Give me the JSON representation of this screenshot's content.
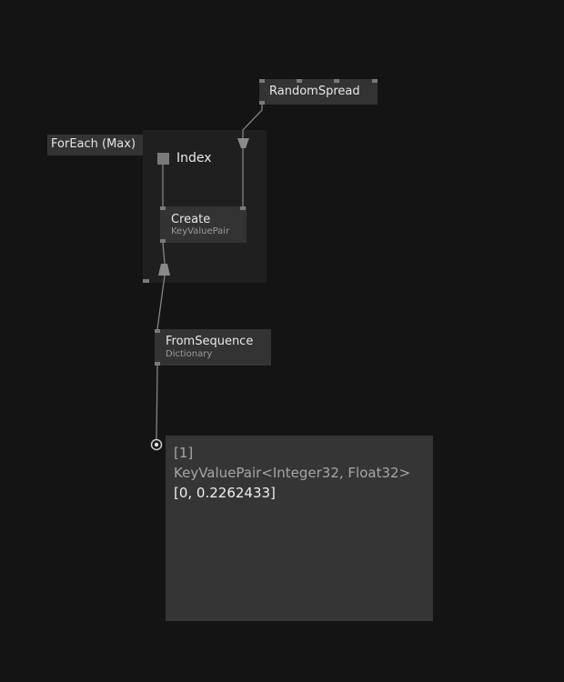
{
  "region": {
    "label": "ForEach (Max)",
    "pad": {
      "label": "Index"
    }
  },
  "nodes": {
    "random_spread": {
      "title": "RandomSpread"
    },
    "create": {
      "title": "Create",
      "subtitle": "KeyValuePair"
    },
    "from_sequence": {
      "title": "FromSequence",
      "subtitle": "Dictionary"
    }
  },
  "tooltip": {
    "index": "[1]",
    "type": "KeyValuePair<Integer32, Float32>",
    "value": "[0, 0.2262433]"
  },
  "colors": {
    "background": "#141414",
    "region": "#1f1f1f",
    "node": "#333333",
    "pin": "#7a7a7a",
    "wire": "#8c8c8c",
    "text": "#e8e8e8",
    "subtext": "#9a9a9a"
  }
}
